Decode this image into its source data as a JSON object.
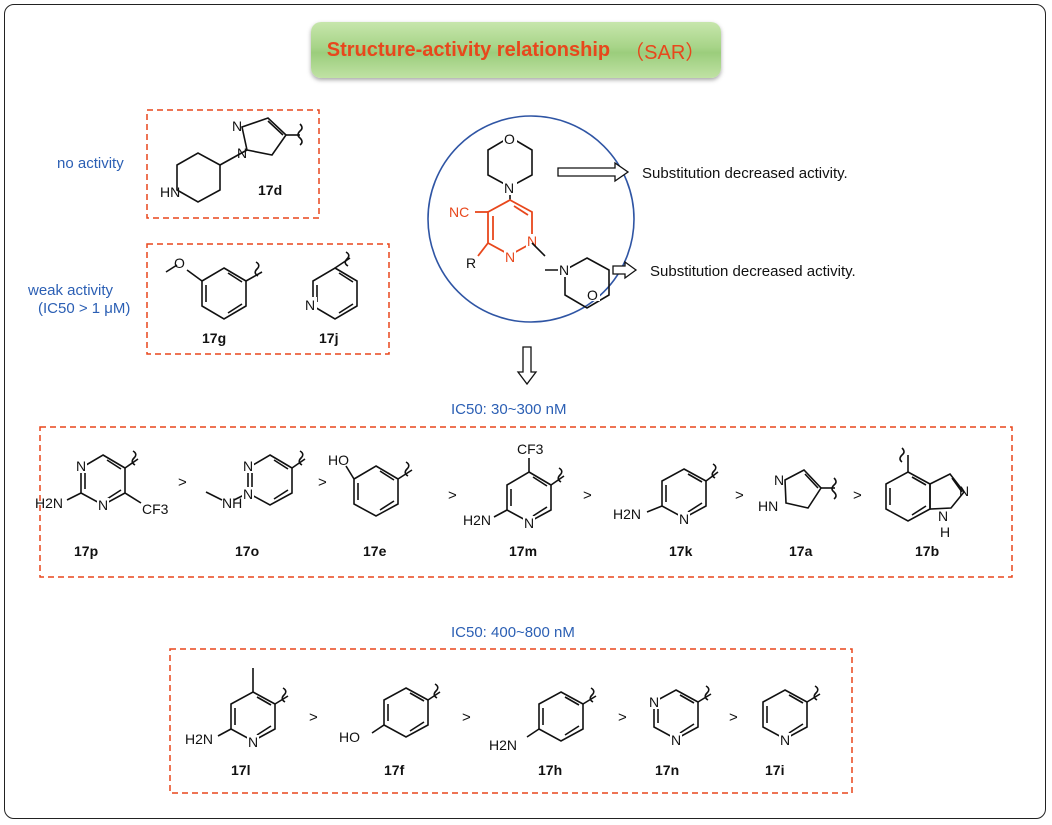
{
  "title": {
    "main": "Structure-activity relationship",
    "abbr": "（SAR）"
  },
  "labels": {
    "no_activity": "no activity",
    "weak_activity_line1": "weak activity",
    "weak_activity_line2": "(IC50 > 1 μM)"
  },
  "core_notes": {
    "top": "Substitution decreased activity.",
    "bottom": "Substitution decreased activity."
  },
  "core_atoms": {
    "cn": "NC",
    "r": "R",
    "n": "N",
    "o": "O"
  },
  "ranges": {
    "upper": "IC50: 30~300 nM",
    "lower": "IC50: 400~800 nM"
  },
  "compounds": {
    "no_activity": [
      "17d"
    ],
    "weak": [
      "17g",
      "17j"
    ],
    "upper_row": [
      "17p",
      "17o",
      "17e",
      "17m",
      "17k",
      "17a",
      "17b"
    ],
    "lower_row": [
      "17l",
      "17f",
      "17h",
      "17n",
      "17i"
    ]
  },
  "atoms": {
    "h2n": "H2N",
    "ho": "HO",
    "n": "N",
    "nh": "NH",
    "hn": "HN",
    "hn_dash": "HN-",
    "cf3": "CF3",
    "h": "H",
    "o": "O"
  },
  "gt": ">",
  "colors": {
    "accent": "#e8471c",
    "label_blue": "#2b5fb4",
    "circle": "#2f55a4",
    "dash": "#e8471c"
  }
}
